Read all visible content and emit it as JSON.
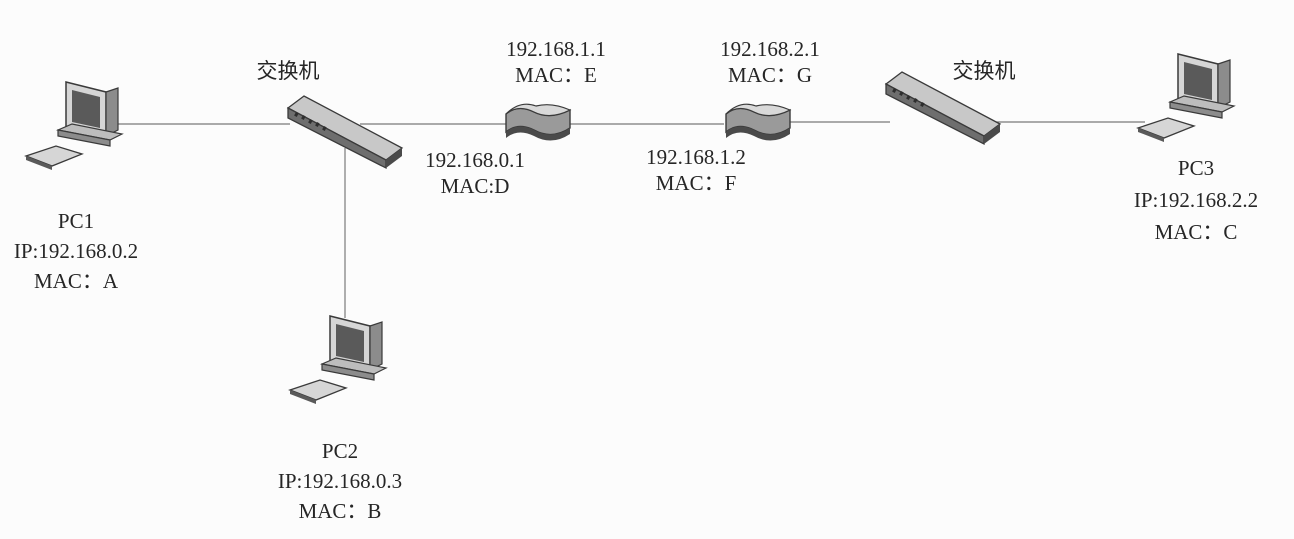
{
  "colors": {
    "line": "#7a7a7a",
    "device_dark": "#3a3a3a",
    "device_mid": "#8c8c8c",
    "device_light": "#d6d6d6"
  },
  "switches": [
    {
      "id": "switch-left",
      "label": "交换机"
    },
    {
      "id": "switch-right",
      "label": "交换机"
    }
  ],
  "routers": [
    {
      "id": "router-1",
      "top_ip": "192.168.1.1",
      "top_mac": "MAC：E",
      "bottom_ip": "192.168.0.1",
      "bottom_mac": "MAC:D"
    },
    {
      "id": "router-2",
      "top_ip": "192.168.2.1",
      "top_mac": "MAC：G",
      "bottom_ip": "192.168.1.2",
      "bottom_mac": "MAC：F"
    }
  ],
  "pcs": [
    {
      "id": "pc1",
      "name": "PC1",
      "ip": "IP:192.168.0.2",
      "mac": "MAC：A"
    },
    {
      "id": "pc2",
      "name": "PC2",
      "ip": "IP:192.168.0.3",
      "mac": "MAC：B"
    },
    {
      "id": "pc3",
      "name": "PC3",
      "ip": "IP:192.168.2.2",
      "mac": "MAC：C"
    }
  ]
}
